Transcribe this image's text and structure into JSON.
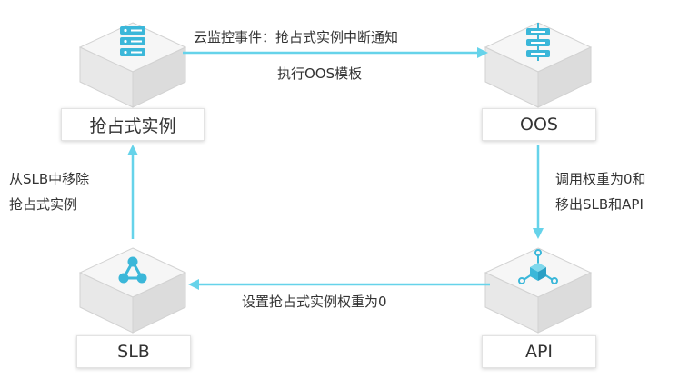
{
  "colors": {
    "accent": "#4ecbe6",
    "arrow": "#66d3ea",
    "cube_top": "#f5f5f5",
    "cube_left": "#e6e6e6",
    "cube_right": "#d9d9d9",
    "cube_edge": "#d0d0d0"
  },
  "nodes": {
    "preemptible_instance": {
      "label": "抢占式实例",
      "icon": "server-stack-icon"
    },
    "oos": {
      "label": "OOS",
      "icon": "workflow-template-icon"
    },
    "slb": {
      "label": "SLB",
      "icon": "network-share-icon"
    },
    "api": {
      "label": "API",
      "icon": "cube-connector-icon"
    }
  },
  "edges": {
    "top": {
      "line1": "云监控事件：抢占式实例中断通知",
      "line2": "执行OOS模板"
    },
    "right": {
      "line1": "调用权重为0和",
      "line2": "移出SLB和API"
    },
    "bottom": {
      "line1": "设置抢占式实例权重为0"
    },
    "left": {
      "line1": "从SLB中移除",
      "line2": "抢占式实例"
    }
  }
}
